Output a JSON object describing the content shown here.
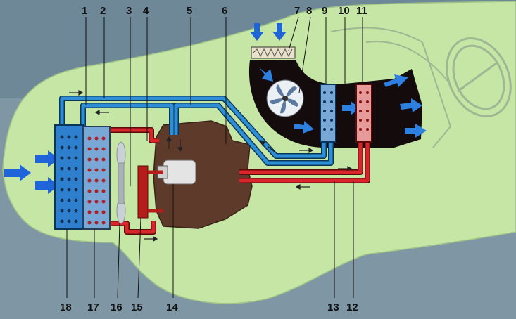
{
  "callouts": {
    "top": [
      "1",
      "2",
      "3",
      "4",
      "5",
      "6",
      "7",
      "8",
      "9",
      "10",
      "11"
    ],
    "bottom": [
      "18",
      "17",
      "16",
      "15",
      "14",
      "13",
      "12"
    ]
  },
  "colors": {
    "background": "#7f97a5",
    "car_body": "#c6e6a6",
    "engine": "#5e3a2a",
    "cold_pipe": "#2f8fd6",
    "hot_pipe": "#d8262a",
    "duct": "#140c0c",
    "air_arrow": "#1f64d8"
  },
  "icons": [
    "fan-icon",
    "air-flow-arrow-icon",
    "coolant-flow-arrow-icon",
    "steering-wheel-icon"
  ]
}
